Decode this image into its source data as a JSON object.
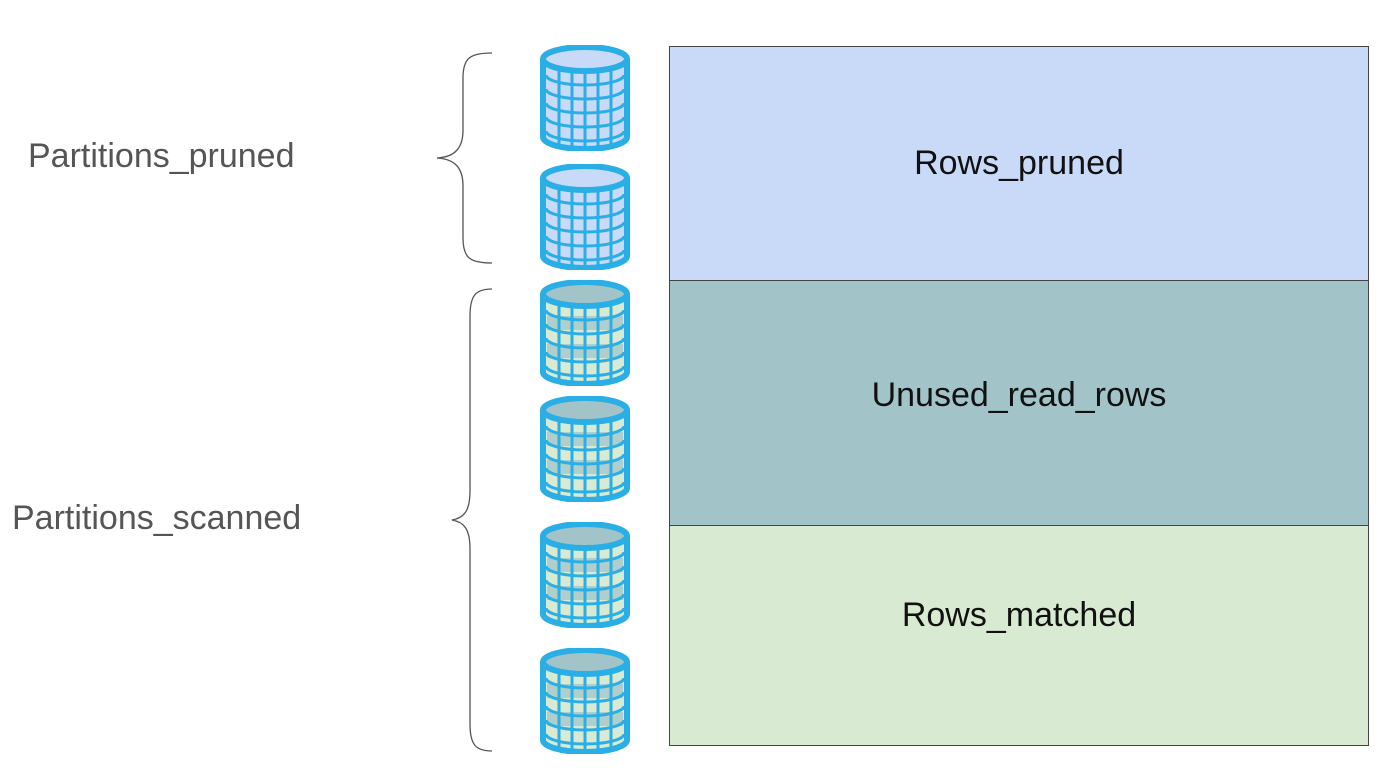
{
  "groups": {
    "pruned": {
      "label": "Partitions_pruned"
    },
    "scanned": {
      "label": "Partitions_scanned"
    }
  },
  "partitions": {
    "pruned": 2,
    "scanned": 4
  },
  "blocks": {
    "rows_pruned": "Rows_pruned",
    "unused_read_rows": "Unused_read_rows",
    "rows_matched": "Rows_matched"
  },
  "colors": {
    "cylinder_outline": "#29aee6",
    "cylinder_top_pruned": "#c9daf8",
    "cylinder_body_pruned": "#c9daf8",
    "cylinder_top_scanned": "#a2c4c9",
    "cylinder_body_scanned": "#d9ead3",
    "rows_pruned_fill": "#c9daf8",
    "unused_read_rows_fill": "#a2c4c9",
    "rows_matched_fill": "#d9ead3",
    "brace": "#555555"
  },
  "icons": {
    "partition": "database-cylinder-icon"
  }
}
